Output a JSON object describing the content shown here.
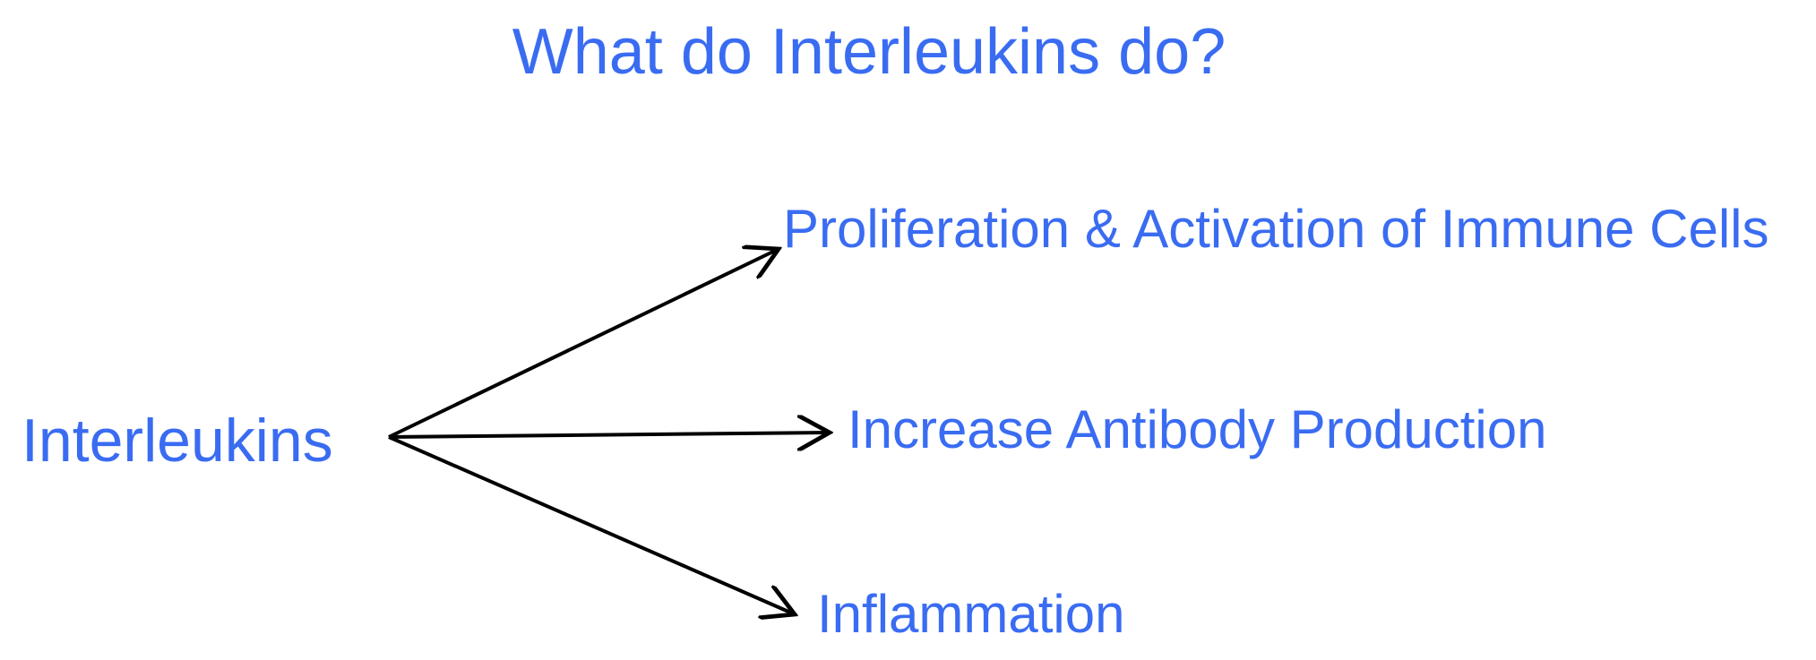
{
  "colors": {
    "text": "#3a6cf2",
    "arrow": "#000000",
    "background": "#ffffff"
  },
  "title": "What do Interleukins do?",
  "source": {
    "label": "Interleukins"
  },
  "targets": [
    {
      "label": "Proliferation & Activation of Immune Cells"
    },
    {
      "label": "Increase Antibody Production"
    },
    {
      "label": "Inflammation"
    }
  ]
}
